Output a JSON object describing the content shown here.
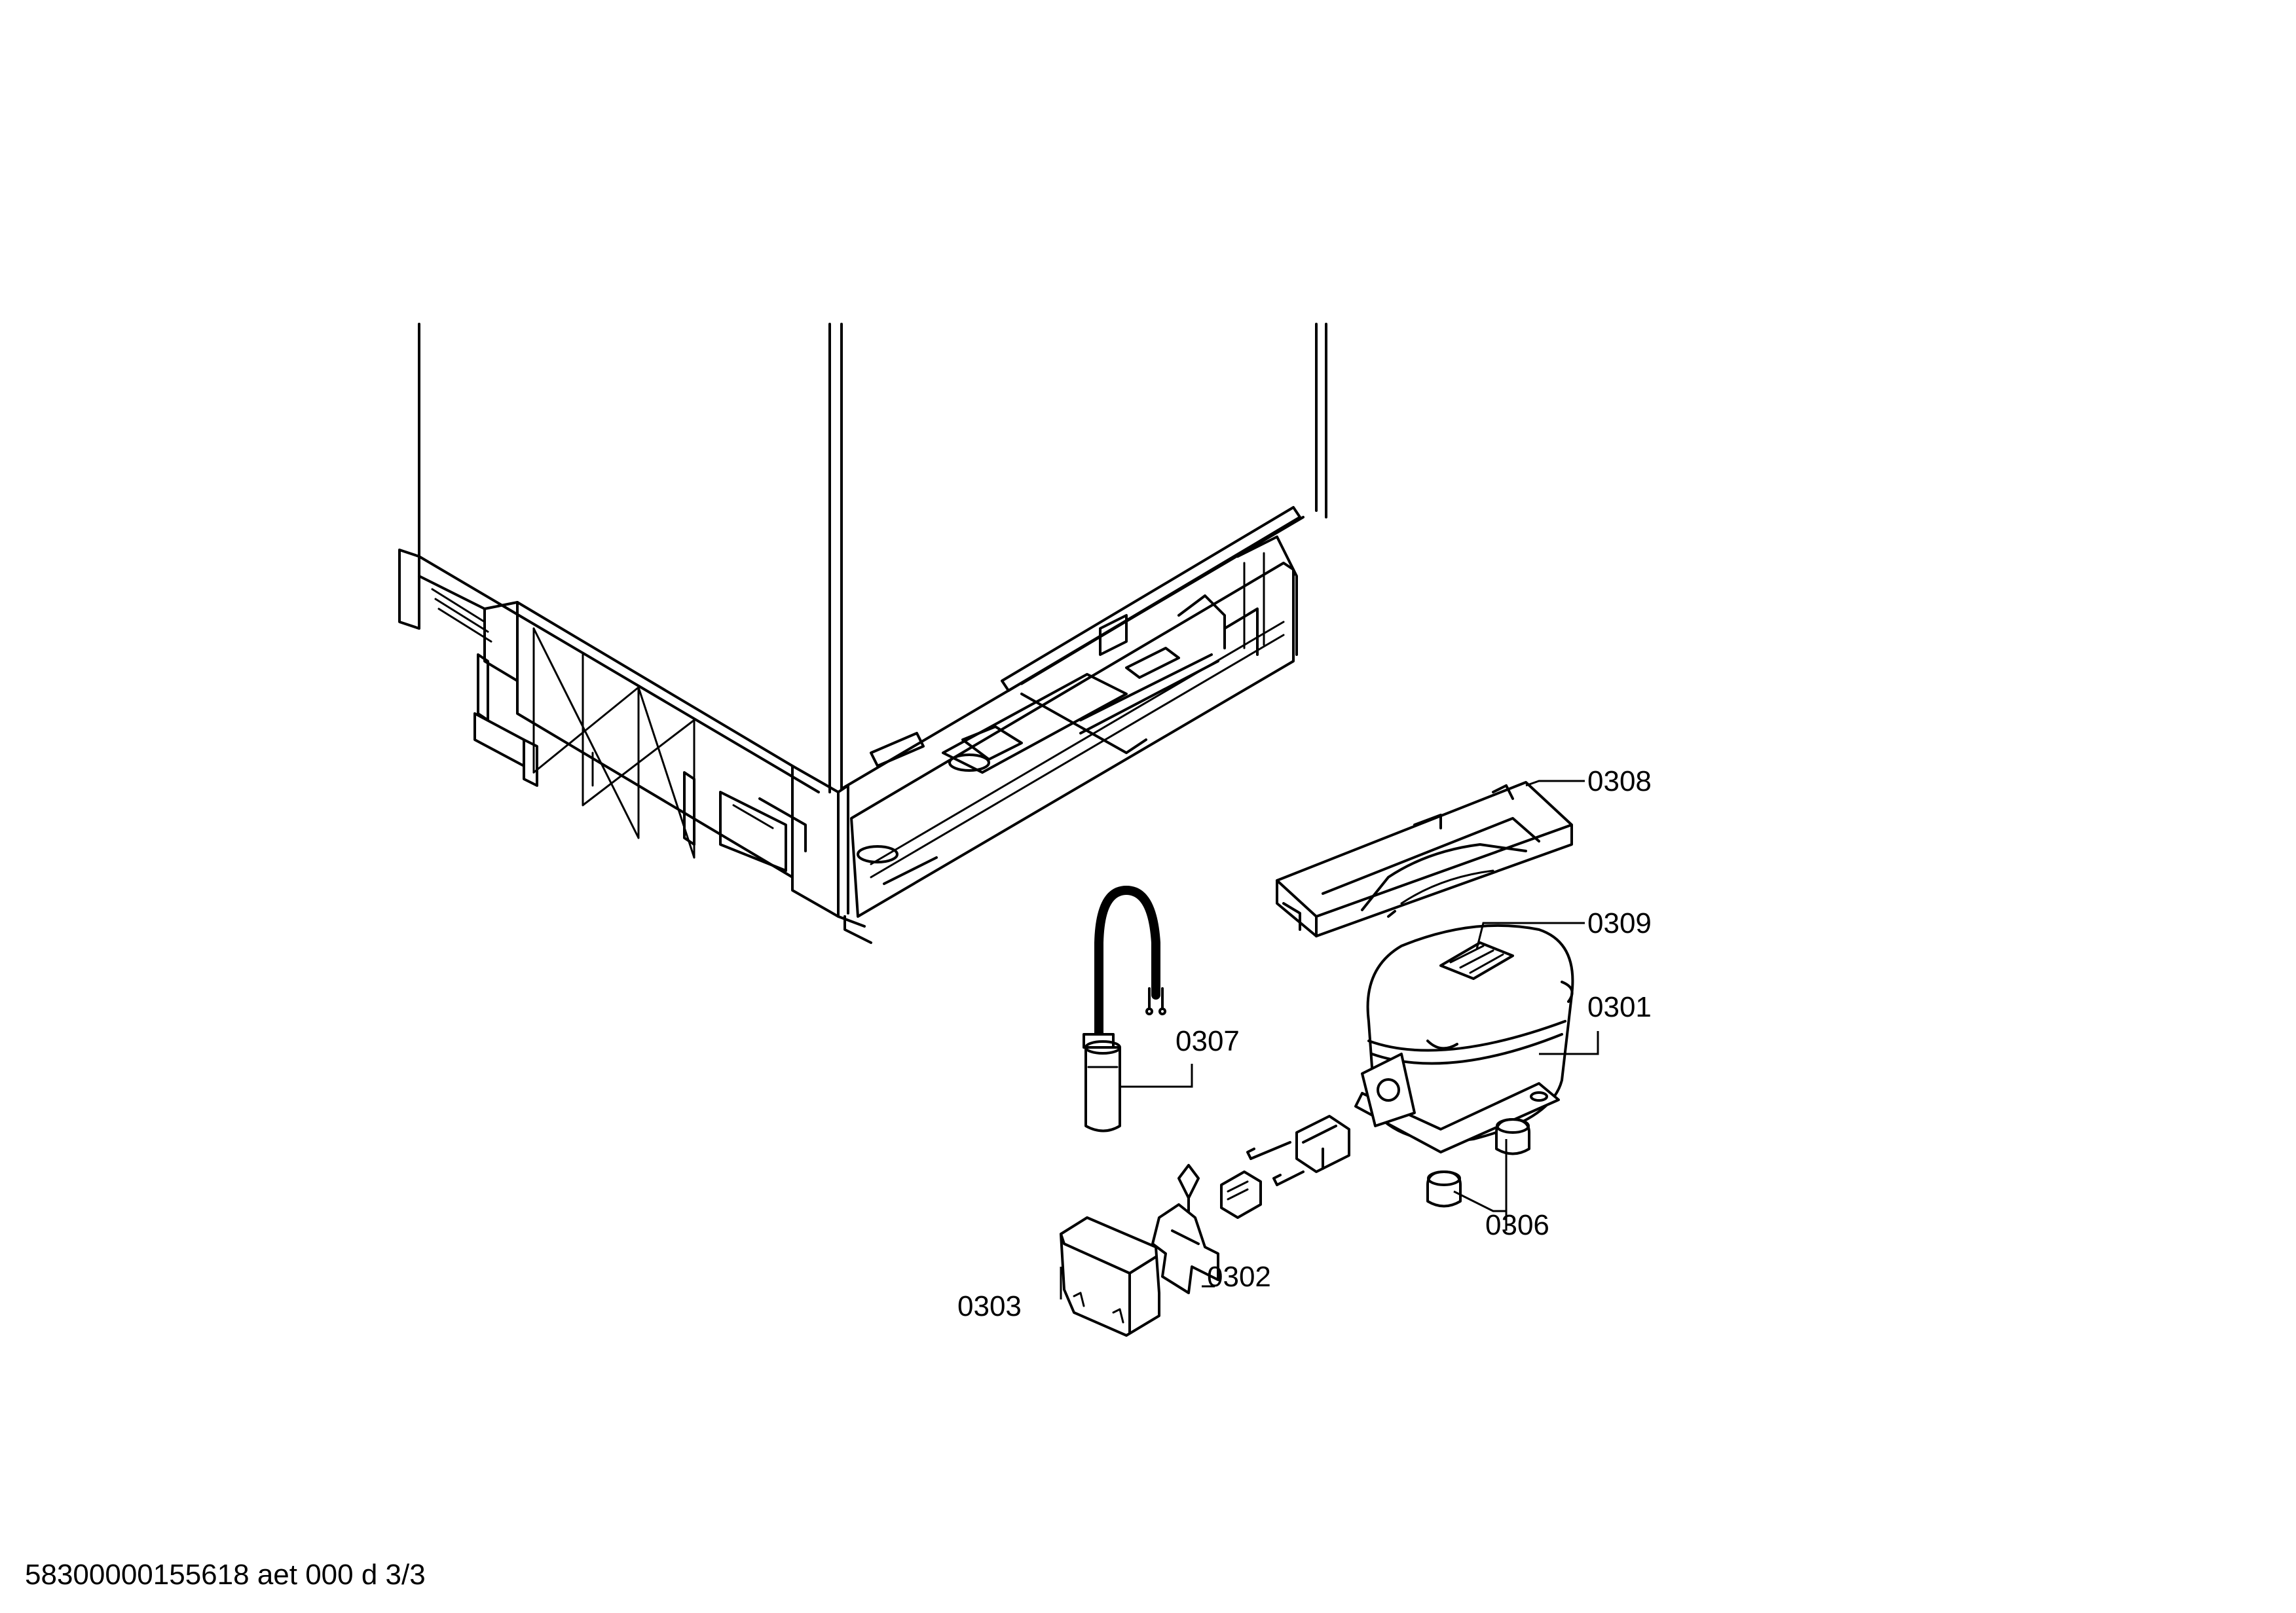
{
  "footer": {
    "document_id": "58300000155618 aet 000 d 3/3"
  },
  "callouts": [
    {
      "key": "compressor_tray",
      "number": "0308"
    },
    {
      "key": "compressor_plate",
      "number": "0309"
    },
    {
      "key": "compressor",
      "number": "0301"
    },
    {
      "key": "capacitor",
      "number": "0307"
    },
    {
      "key": "rubber_feet",
      "number": "0306"
    },
    {
      "key": "relay",
      "number": "0302"
    },
    {
      "key": "relay_cover",
      "number": "0303"
    }
  ]
}
